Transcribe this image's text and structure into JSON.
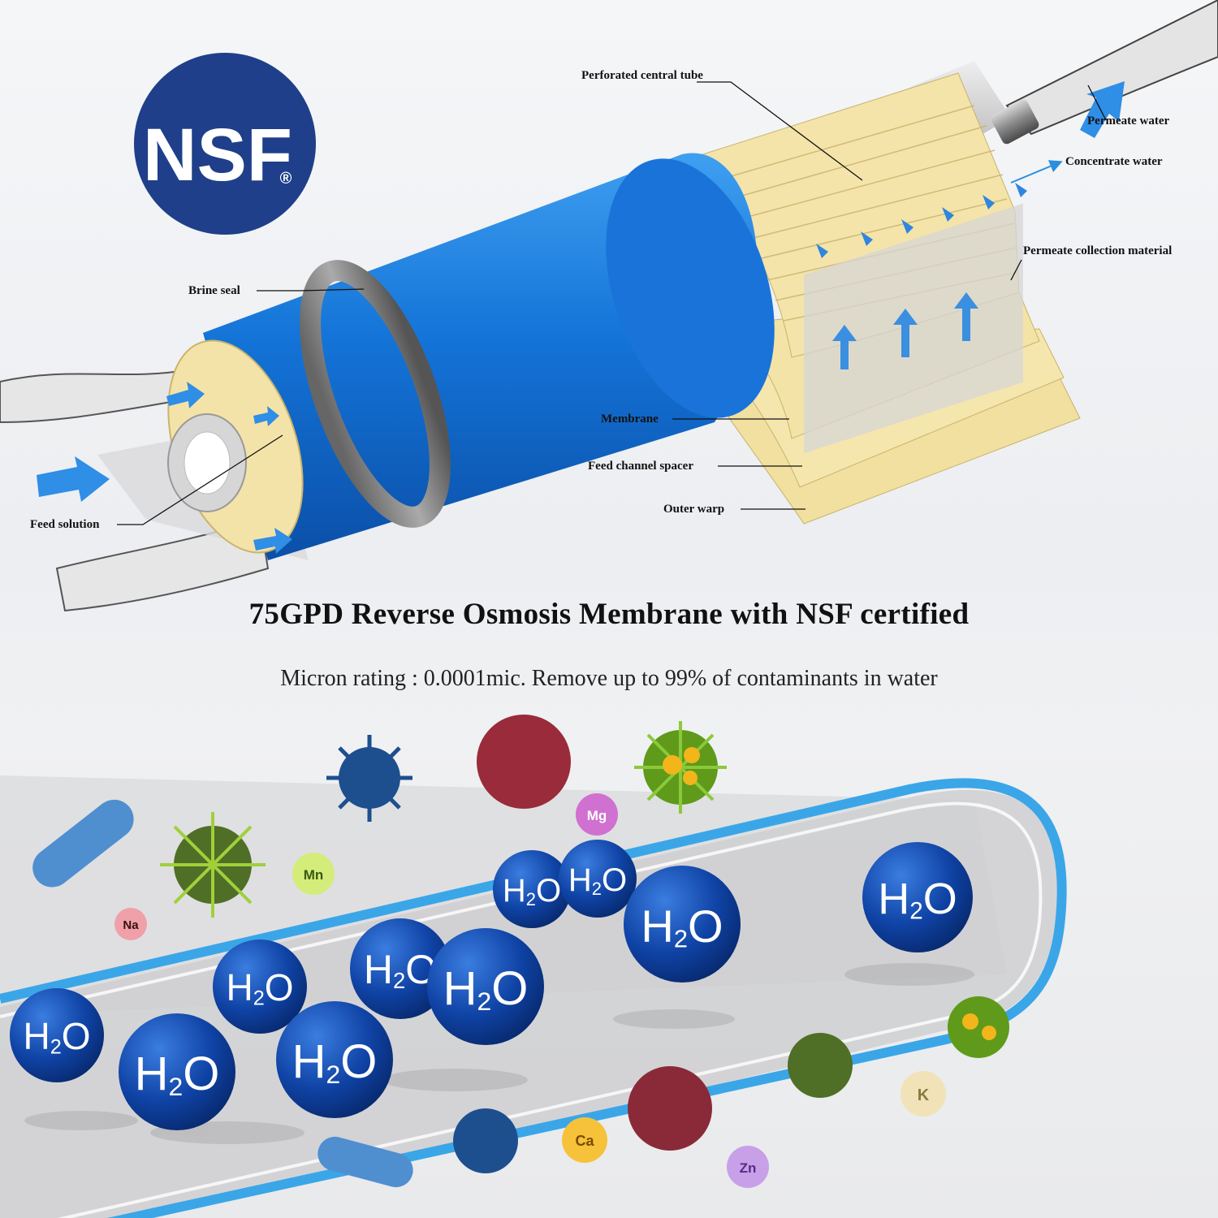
{
  "logo": {
    "text": "NSF",
    "registered": "®"
  },
  "labels": {
    "perforated_central_tube": "Perforated central tube",
    "permeate_water": "Permeate water",
    "concentrate_water": "Concentrate water",
    "permeate_collection_material": "Permeate collection material",
    "brine_seal": "Brine seal",
    "membrane": "Membrane",
    "feed_channel_spacer": "Feed channel spacer",
    "outer_warp": "Outer warp",
    "feed_solution": "Feed solution"
  },
  "title": "75GPD Reverse Osmosis Membrane with NSF certified",
  "subtitle": "Micron rating : 0.0001mic. Remove up to 99% of contaminants in water",
  "molecule_label": "H2O",
  "ions": [
    "Na",
    "Mn",
    "Mg",
    "Ca",
    "Zn",
    "K"
  ],
  "colors": {
    "nsf_blue": "#1f3f8a",
    "membrane_blue": "#1a73d9",
    "tube_outline": "#3aa6e8",
    "h2o_blue": "#0d3fa0",
    "layer_yellow": "#f3e3a6"
  }
}
